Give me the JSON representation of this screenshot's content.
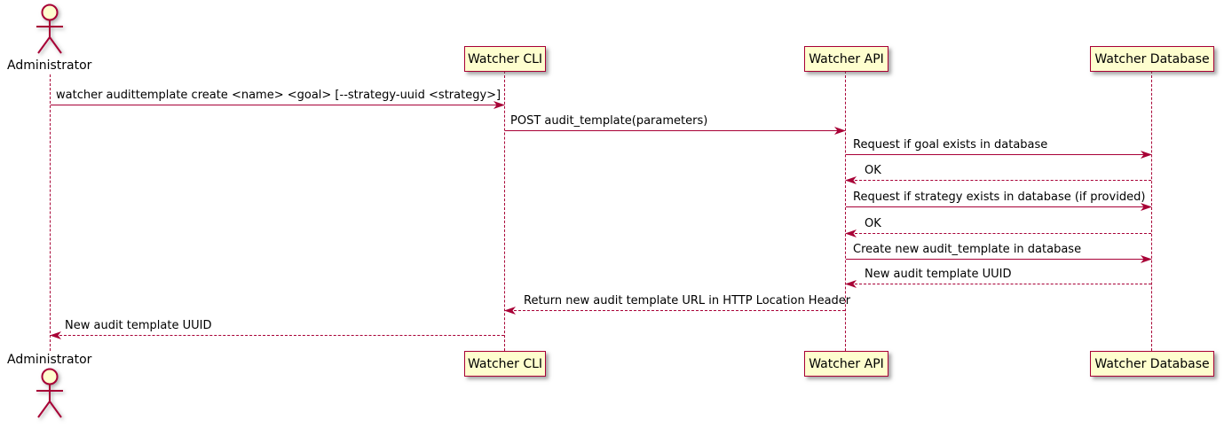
{
  "colors": {
    "accent": "#A80036",
    "participant_fill": "#FEFECE",
    "text": "#000000",
    "background": "#FFFFFF"
  },
  "actor": {
    "label": "Administrator"
  },
  "participants": [
    {
      "label": "Watcher CLI"
    },
    {
      "label": "Watcher API"
    },
    {
      "label": "Watcher Database"
    }
  ],
  "messages": [
    {
      "from": "Administrator",
      "to": "Watcher CLI",
      "style": "solid",
      "text": "watcher audittemplate create <name> <goal> [--strategy-uuid <strategy>]"
    },
    {
      "from": "Watcher CLI",
      "to": "Watcher API",
      "style": "solid",
      "text": "POST audit_template(parameters)"
    },
    {
      "from": "Watcher API",
      "to": "Watcher Database",
      "style": "solid",
      "text": "Request if goal exists in database"
    },
    {
      "from": "Watcher Database",
      "to": "Watcher API",
      "style": "dashed",
      "text": "OK"
    },
    {
      "from": "Watcher API",
      "to": "Watcher Database",
      "style": "solid",
      "text": "Request if strategy exists in database (if provided)"
    },
    {
      "from": "Watcher Database",
      "to": "Watcher API",
      "style": "dashed",
      "text": "OK"
    },
    {
      "from": "Watcher API",
      "to": "Watcher Database",
      "style": "solid",
      "text": "Create new audit_template in database"
    },
    {
      "from": "Watcher Database",
      "to": "Watcher API",
      "style": "dashed",
      "text": "New audit template UUID"
    },
    {
      "from": "Watcher API",
      "to": "Watcher CLI",
      "style": "dashed",
      "text": "Return new audit template URL in HTTP Location Header"
    },
    {
      "from": "Watcher CLI",
      "to": "Administrator",
      "style": "dashed",
      "text": "New audit template UUID"
    }
  ]
}
